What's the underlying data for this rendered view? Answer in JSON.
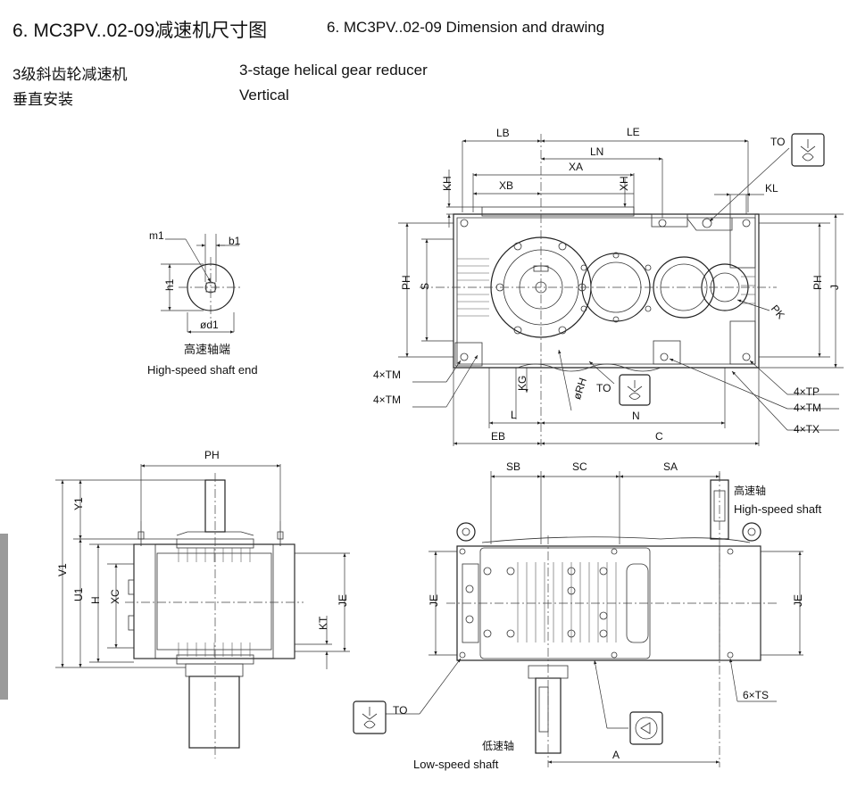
{
  "header": {
    "title_cn": "6. MC3PV..02-09减速机尺寸图",
    "title_en": "6. MC3PV..02-09 Dimension and drawing",
    "type_cn": "3级斜齿轮减速机",
    "type_en": "3-stage helical gear reducer",
    "mount_cn": "垂直安装",
    "mount_en": "Vertical"
  },
  "shaft_end_view": {
    "label_m1": "m1",
    "label_b1": "b1",
    "label_h1": "h1",
    "label_d1": "ød1",
    "caption_cn": "高速轴端",
    "caption_en": "High-speed shaft end"
  },
  "top_view": {
    "LB": "LB",
    "LE": "LE",
    "LN": "LN",
    "XA": "XA",
    "XB": "XB",
    "KH": "KH",
    "XH": "XH",
    "TO": "TO",
    "KL": "KL",
    "PH": "PH",
    "S": "S",
    "J": "J",
    "PK": "PK",
    "TM1": "4×TM",
    "TM2": "4×TM",
    "KG": "KG",
    "RH": "øRH",
    "TO2": "TO",
    "L": "L",
    "N": "N",
    "EB": "EB",
    "C": "C",
    "TP": "4×TP",
    "TM3": "4×TM",
    "TX": "4×TX"
  },
  "side_view": {
    "PH": "PH",
    "Y1": "Y1",
    "V1": "V1",
    "U1": "U1",
    "H": "H",
    "XC": "XC",
    "KT": "KT",
    "JE": "JE"
  },
  "front_view": {
    "SB": "SB",
    "SC": "SC",
    "SA": "SA",
    "JE_left": "JE",
    "JE_right": "JE",
    "hs_cn": "高速轴",
    "hs_en": "High-speed shaft",
    "TS": "6×TS",
    "TO": "TO",
    "ls_cn": "低速轴",
    "ls_en": "Low-speed shaft",
    "A": "A"
  },
  "icons": [
    "vent-plug-icon",
    "oil-drain-icon"
  ]
}
